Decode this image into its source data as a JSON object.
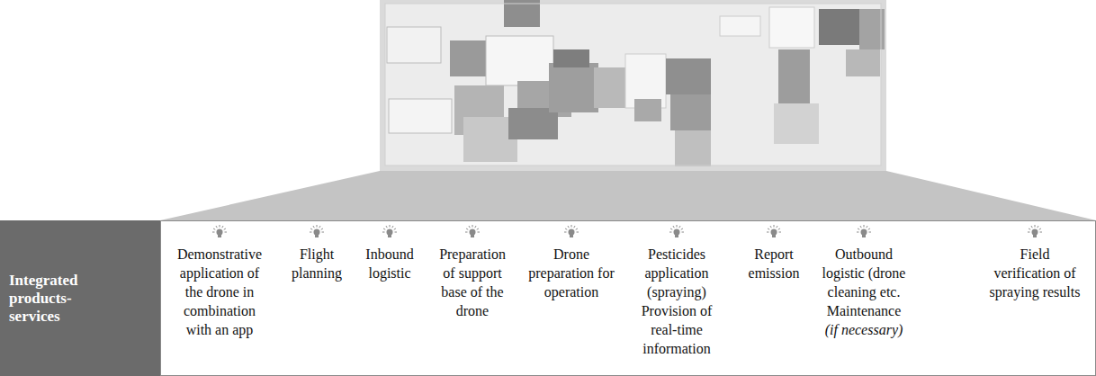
{
  "diagram": {
    "nodes": [
      {
        "text": [
          "Integrated products-services"
        ]
      }
    ],
    "labels": [
      "Demonstrative application of the drone in combination with an app",
      "Flight planning",
      "Inbound logistic",
      "Preparation of support base of the drone",
      "Drone preparation for operation",
      "Pesticides application (spraying)",
      "Provision of real-time information",
      "Report emission",
      "Outbound logistic (drone cleaning etc.",
      "Maintenance",
      "(if necessary)",
      "Field verification of spraying results"
    ]
  }
}
